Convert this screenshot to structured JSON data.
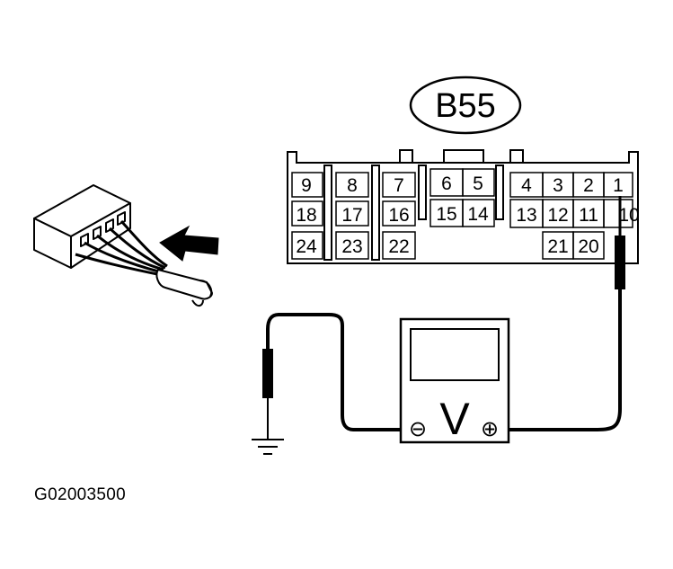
{
  "connector": {
    "label": "B55",
    "pins": [
      "9",
      "8",
      "7",
      "6",
      "5",
      "4",
      "3",
      "2",
      "1",
      "18",
      "17",
      "16",
      "15",
      "14",
      "13",
      "12",
      "11",
      "10",
      "24",
      "23",
      "22",
      "21",
      "20"
    ]
  },
  "meter": {
    "symbol": "V",
    "negative": "⊖",
    "positive": "⊕"
  },
  "figure_code": "G02003500",
  "colors": {
    "line": "#000000",
    "background": "#ffffff"
  }
}
